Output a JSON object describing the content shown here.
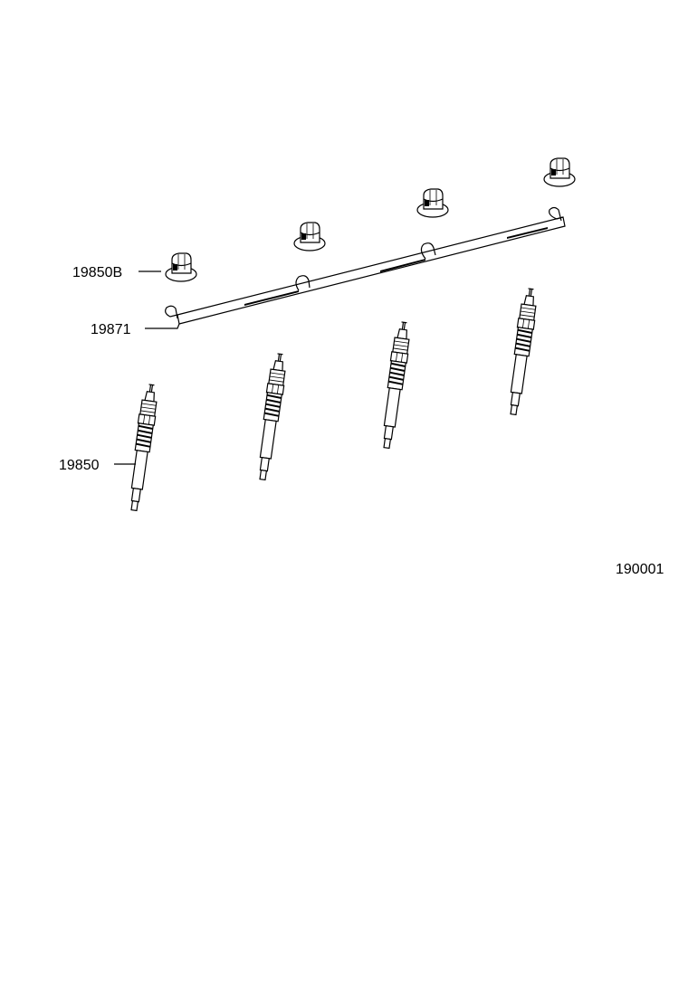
{
  "diagram": {
    "labels": {
      "glow_plug_nut": "19850B",
      "connector_bar": "19871",
      "glow_plug": "19850",
      "figure_number": "190001"
    }
  }
}
